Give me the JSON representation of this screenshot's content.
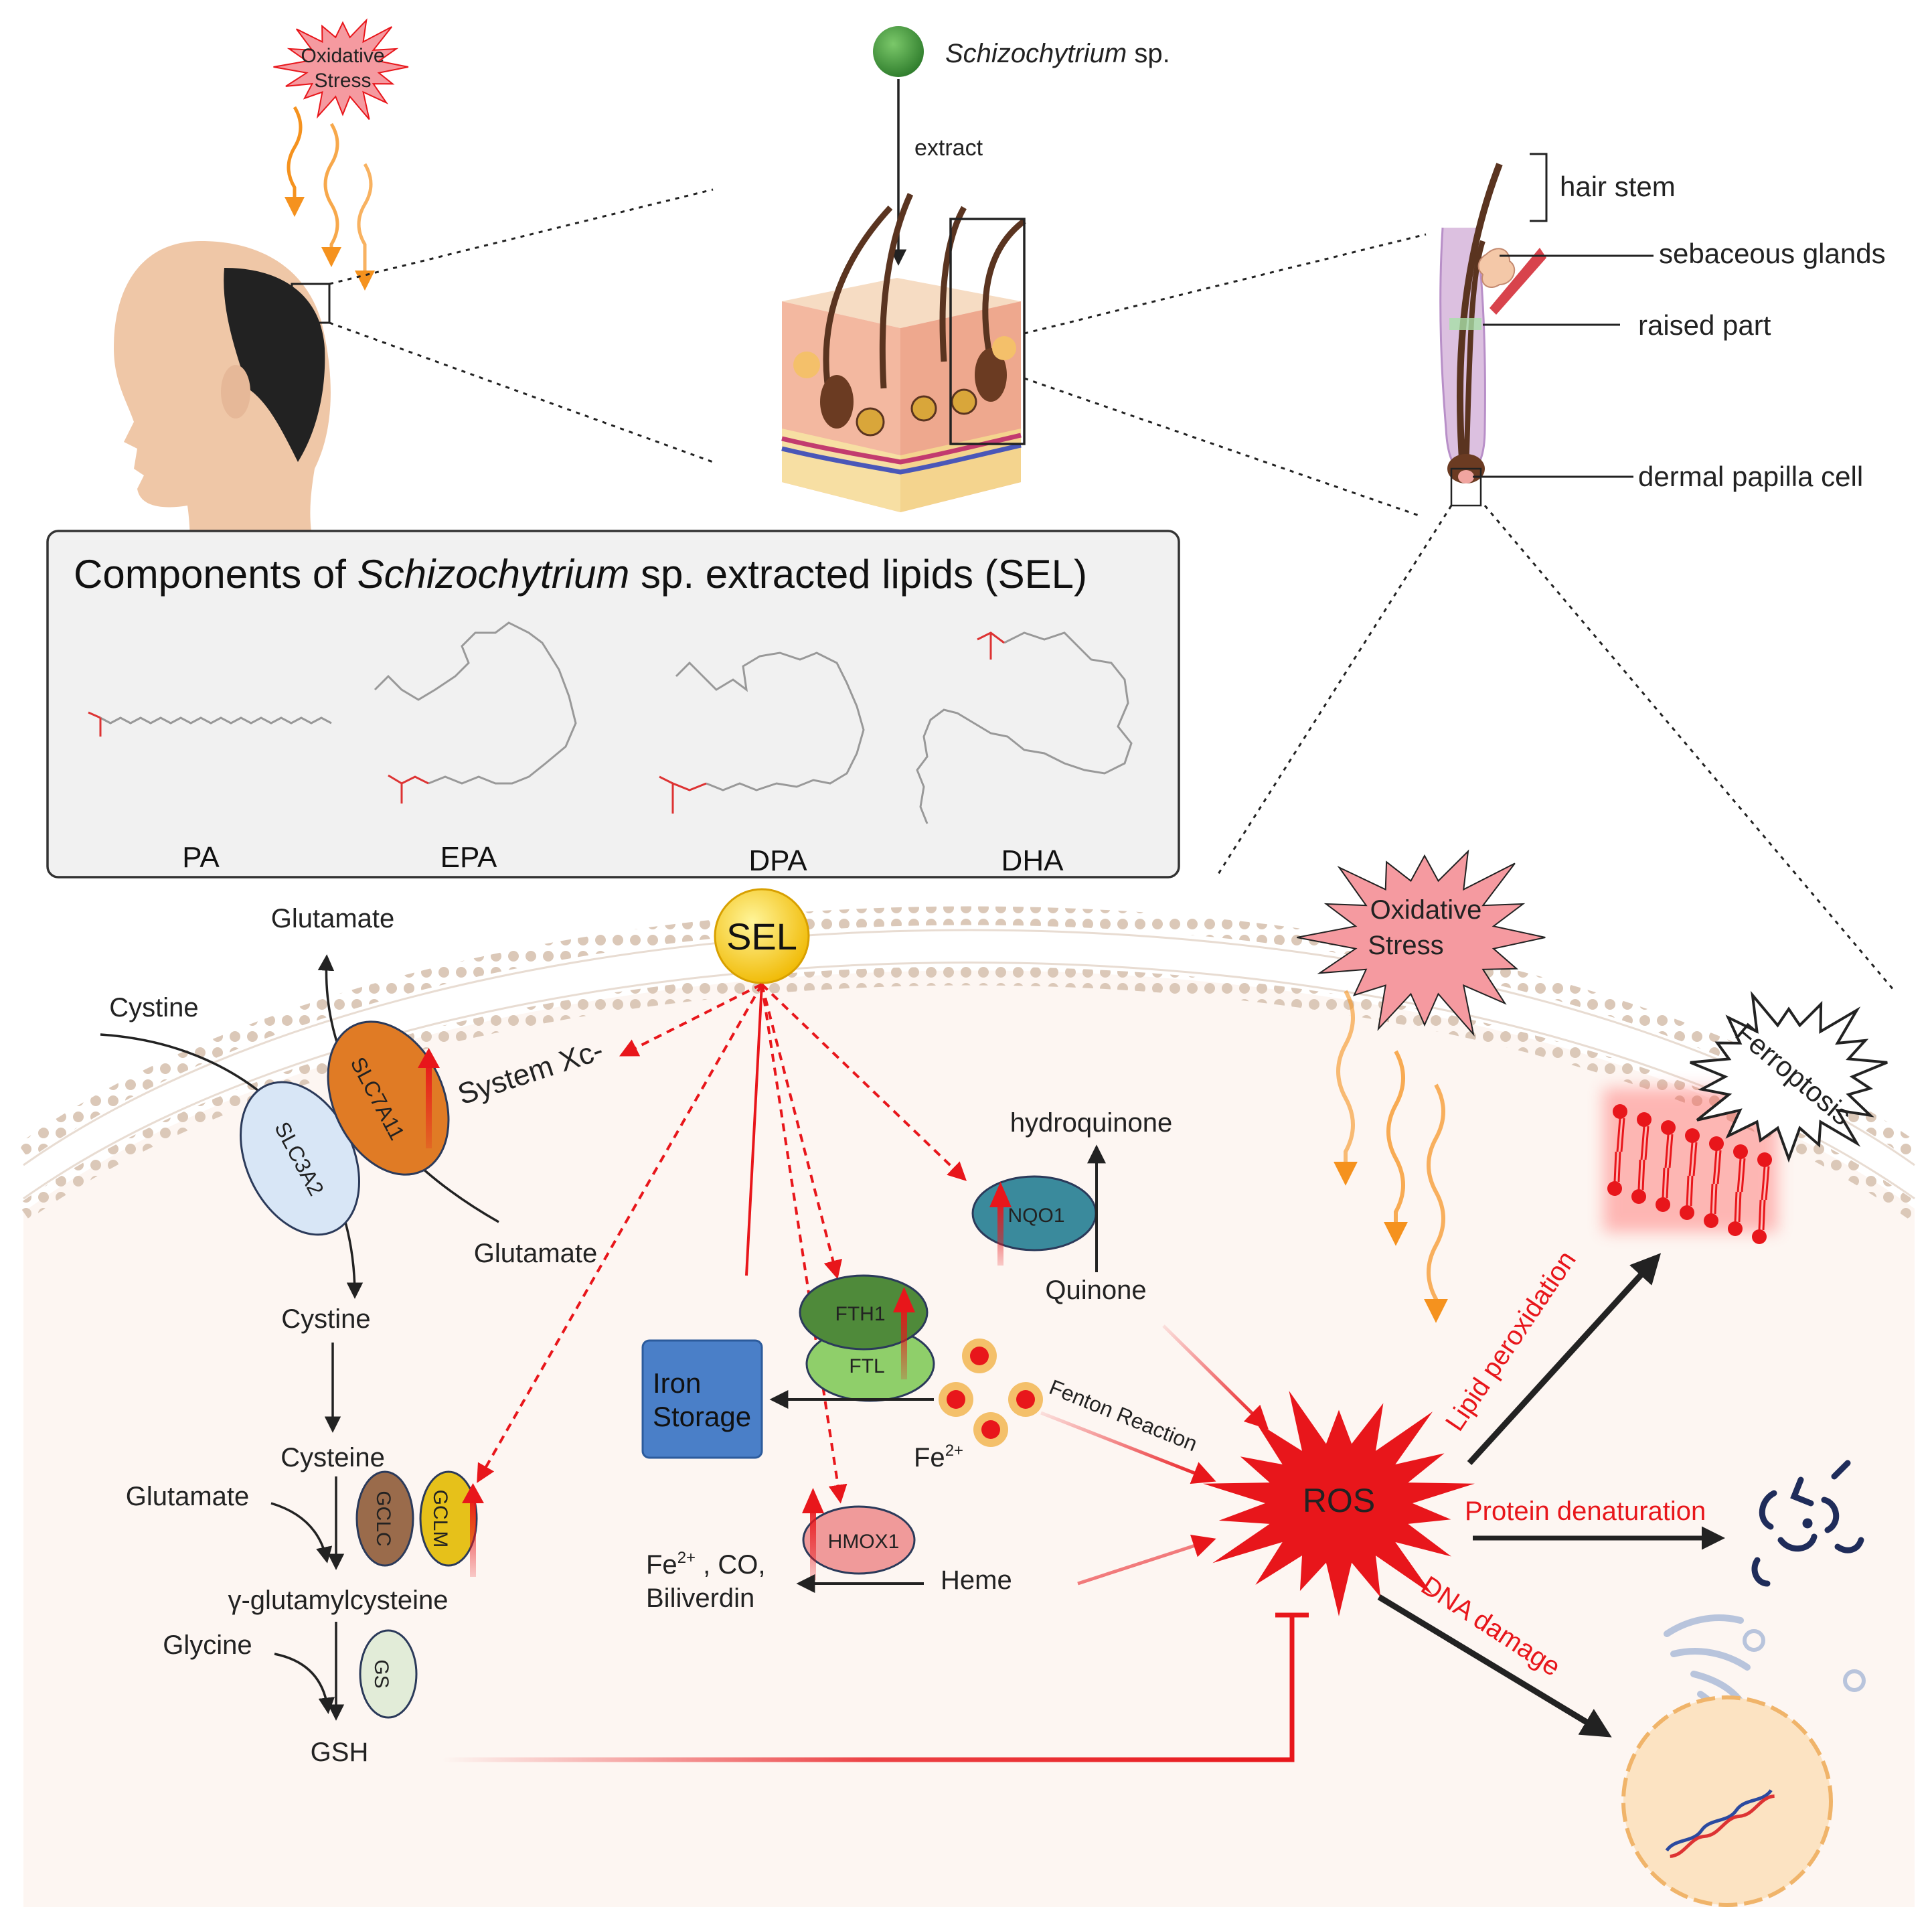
{
  "top": {
    "oxidative_stress_1": "Oxidative",
    "oxidative_stress_2": "Stress",
    "species_name": "Schizochytrium",
    "species_suffix": " sp.",
    "extract_label": "extract",
    "follicle_labels": {
      "hair_stem": "hair stem",
      "sebaceous_glands": "sebaceous glands",
      "raised_part": "raised part",
      "dermal_papilla": "dermal papilla cell"
    }
  },
  "components": {
    "title_prefix": "Components of ",
    "title_italic": "Schizochytrium",
    "title_suffix": " sp. extracted lipids (SEL)",
    "molecules": [
      "PA",
      "EPA",
      "DPA",
      "DHA"
    ]
  },
  "pathway": {
    "sel": "SEL",
    "glutamate_top": "Glutamate",
    "cystine_out": "Cystine",
    "slc3a2": "SLC3A2",
    "slc7a11": "SLC7A11",
    "system_xc": "System Xc-",
    "glutamate_in": "Glutamate",
    "cystine_in": "Cystine",
    "cysteine": "Cysteine",
    "glutamate_side": "Glutamate",
    "gclc": "GCLC",
    "gclm": "GCLM",
    "gamma_glu": "γ-glutamylcysteine",
    "glycine": "Glycine",
    "gs": "GS",
    "gsh": "GSH",
    "fth1": "FTH1",
    "ftl": "FTL",
    "iron_storage_1": "Iron",
    "iron_storage_2": "Storage",
    "fe2": "Fe",
    "fe2_sup": "2+",
    "fenton": "Fenton Reaction",
    "hmox1": "HMOX1",
    "heme": "Heme",
    "products_1_fe": "Fe",
    "products_1_sup": "2+",
    "products_1_rest": " , CO,",
    "products_2": "Biliverdin",
    "nqo1": "NQO1",
    "hydroquinone": "hydroquinone",
    "quinone": "Quinone",
    "oxidative_stress_1": "Oxidative",
    "oxidative_stress_2": "Stress",
    "ros": "ROS",
    "ferroptosis": "Ferroptosis",
    "lipid_peroxidation": "Lipid peroxidation",
    "protein_denaturation": "Protein denaturation",
    "dna_damage": "DNA damage"
  },
  "colors": {
    "red": "#e8161b",
    "orange": "#f5921e",
    "sel_yellow": "#f5c816",
    "slc7a11": "#e07b25",
    "slc3a2": "#d8e6f6",
    "fth1": "#4f8a3a",
    "ftl": "#8fcf6a",
    "iron_storage": "#4a7fc8",
    "nqo1": "#3a8a9c",
    "hmox1": "#f09a9a",
    "gclc": "#9a6b4b",
    "gclm": "#e6c11a",
    "gs": "#e2ecd8"
  }
}
